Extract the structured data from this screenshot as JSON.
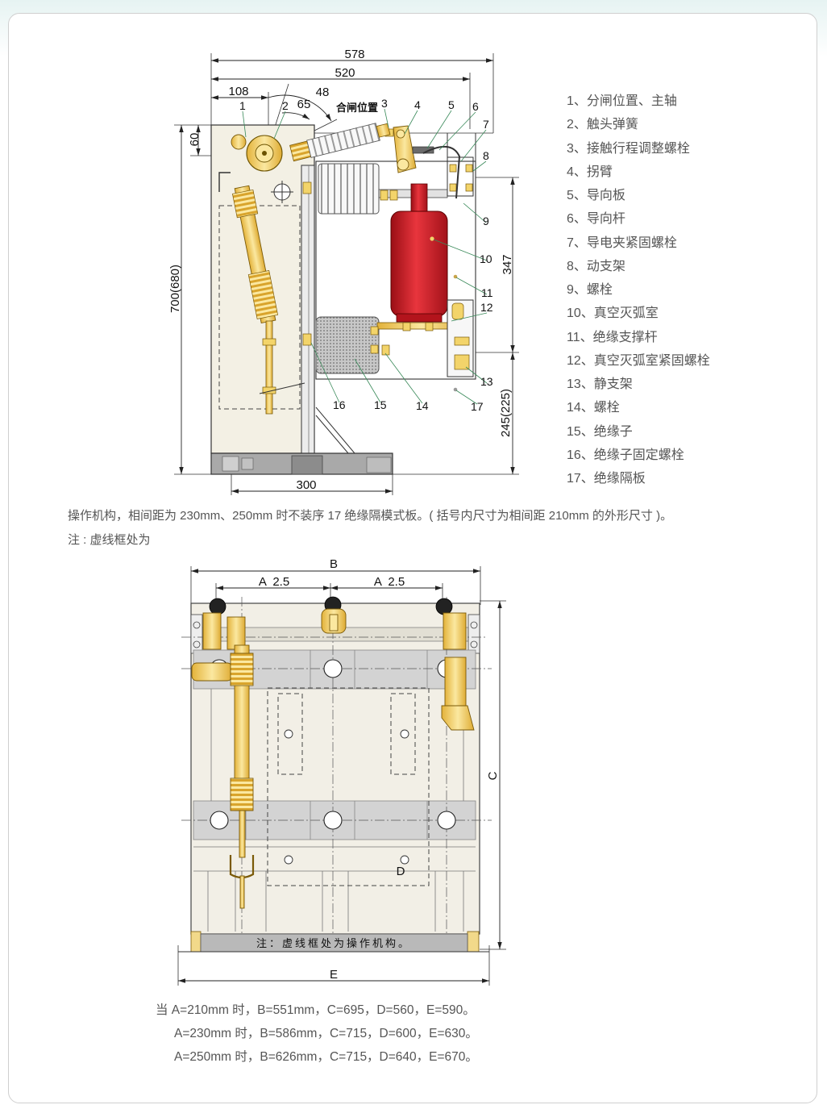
{
  "colors": {
    "interrupter_red": "#d92b33",
    "mechanism_yellow": "#f3d46a",
    "panel_beige": "#f3f0e4",
    "text_gray": "#555555"
  },
  "top_view": {
    "dimensions": {
      "overall_width": "578",
      "frame_width": "520",
      "shaft_offset": "108",
      "angle_48": "48",
      "angle_65": "65",
      "top_height": "60",
      "total_height": "700(680)",
      "upper_height": "347",
      "lower_height": "245(225)",
      "base_width": "300"
    },
    "close_position_label": "合闸位置",
    "callouts": [
      "1",
      "2",
      "3",
      "4",
      "5",
      "6",
      "7",
      "8",
      "9",
      "10",
      "11",
      "12",
      "13",
      "14",
      "15",
      "16",
      "17"
    ]
  },
  "legend": [
    "1、分闸位置、主轴",
    "2、触头弹簧",
    "3、接触行程调整螺栓",
    "4、拐臂",
    "5、导向板",
    "6、导向杆",
    "7、导电夹紧固螺栓",
    "8、动支架",
    "9、螺栓",
    "10、真空灭弧室",
    "11、绝缘支撑杆",
    "12、真空灭弧室紧固螺栓",
    "13、静支架",
    "14、螺栓",
    "15、绝缘子",
    "16、绝缘子固定螺栓",
    "17、绝缘隔板"
  ],
  "notes": {
    "line1": "操作机构，相间距为 230mm、250mm 时不装序 17 绝缘隔模式板。( 括号内尺寸为相间距 210mm 的外形尺寸 )。",
    "line2": "注 : 虚线框处为"
  },
  "front_view": {
    "dim_B": "B",
    "dim_A_left": "A  2.5",
    "dim_A_right": "A  2.5",
    "dim_C": "C",
    "dim_D": "D",
    "dim_E": "E",
    "bottom_note": "注：虚线框处为操作机构。"
  },
  "size_table": [
    "当 A=210mm 时，B=551mm，C=695，D=560，E=590。",
    "A=230mm 时，B=586mm，C=715，D=600，E=630。",
    "A=250mm 时，B=626mm，C=715，D=640，E=670。"
  ]
}
